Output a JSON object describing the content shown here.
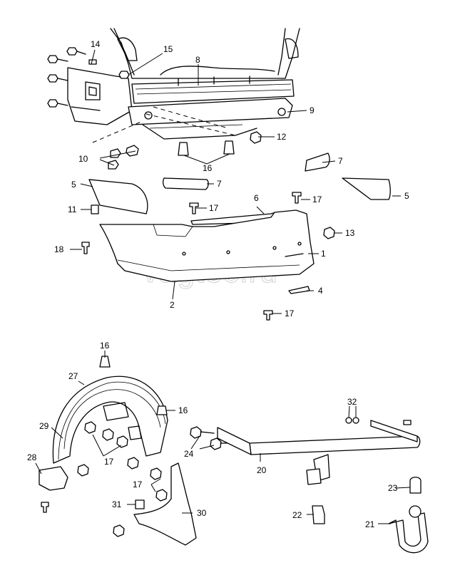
{
  "watermark": "vagtec.ru",
  "callouts": {
    "c1": "1",
    "c2": "2",
    "c4": "4",
    "c5a": "5",
    "c5b": "5",
    "c6": "6",
    "c7a": "7",
    "c7b": "7",
    "c8": "8",
    "c9": "9",
    "c10": "10",
    "c11": "11",
    "c12": "12",
    "c13": "13",
    "c14": "14",
    "c15": "15",
    "c16a": "16",
    "c16b": "16",
    "c16c": "16",
    "c17a": "17",
    "c17b": "17",
    "c17c": "17",
    "c17d": "17",
    "c17e": "17",
    "c18": "18",
    "c20": "20",
    "c21": "21",
    "c22": "22",
    "c23": "23",
    "c24": "24",
    "c27": "27",
    "c28": "28",
    "c29": "29",
    "c30": "30",
    "c31": "31",
    "c32": "32"
  }
}
